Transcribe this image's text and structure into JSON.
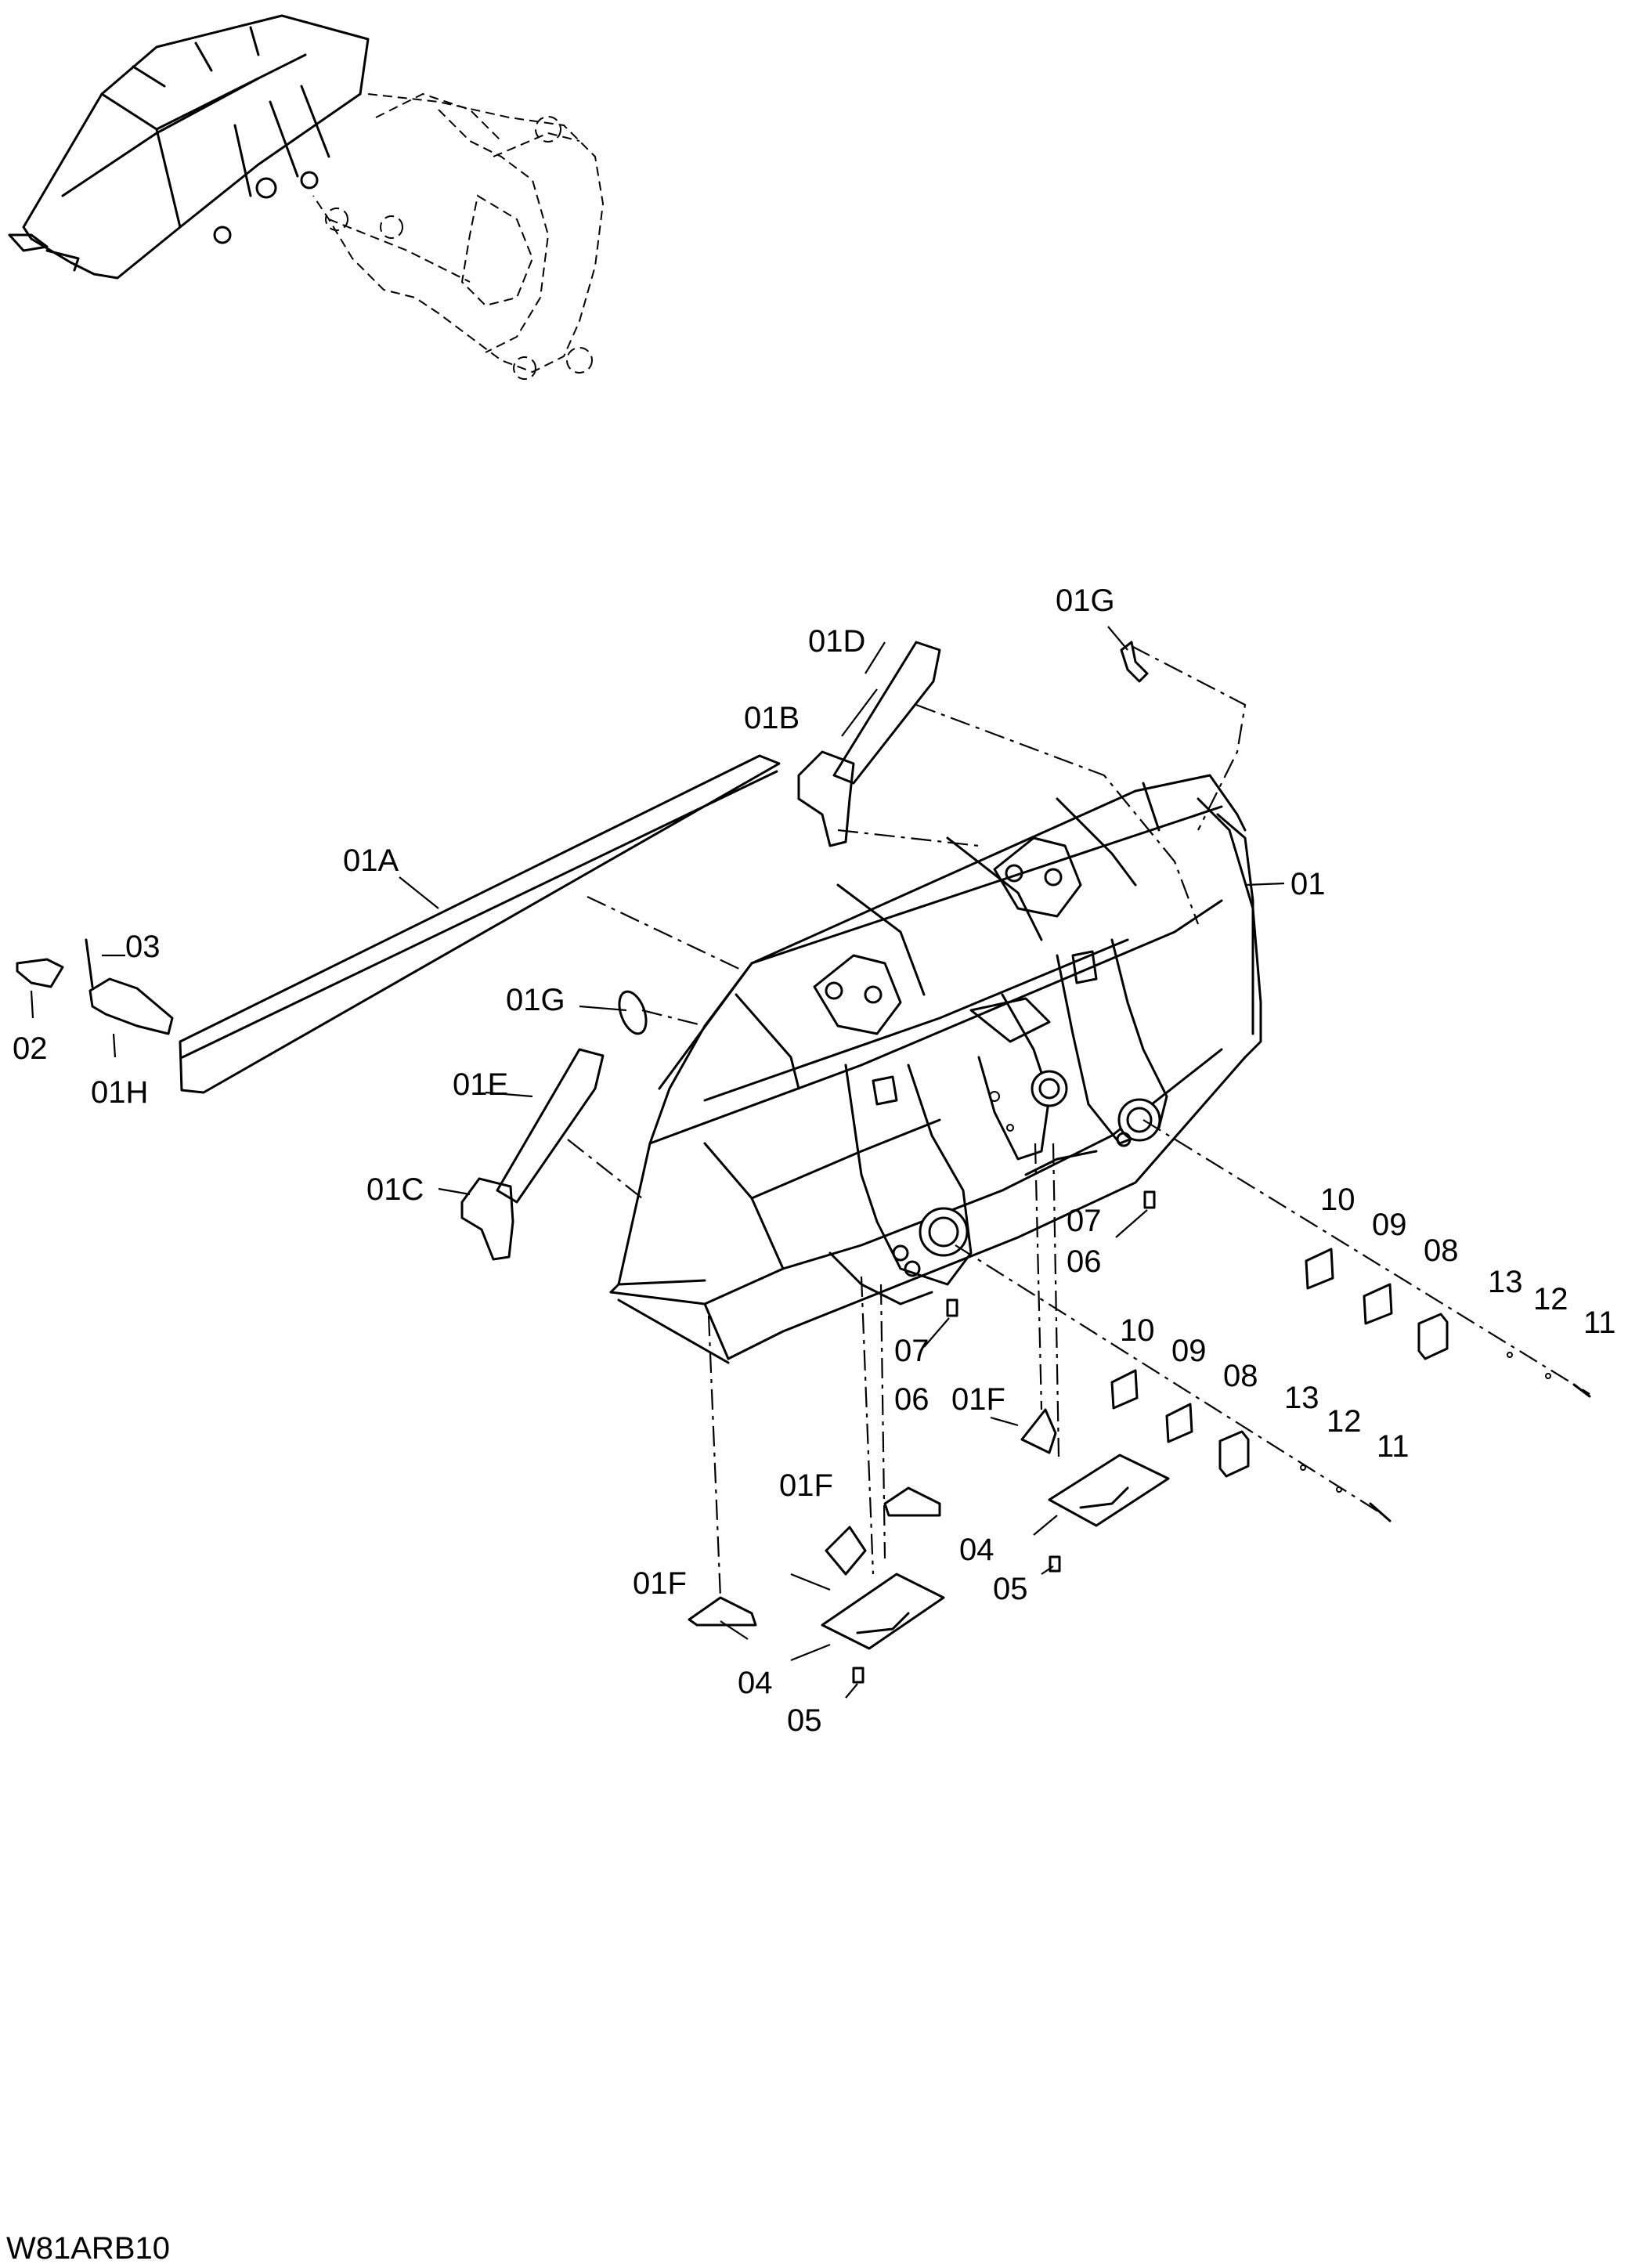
{
  "diagram_code": "W81ARB10",
  "part_labels": {
    "p01": "01",
    "p01A": "01A",
    "p01B": "01B",
    "p01C": "01C",
    "p01D": "01D",
    "p01E": "01E",
    "p01F_a": "01F",
    "p01F_b": "01F",
    "p01F_c": "01F",
    "p01G_a": "01G",
    "p01G_b": "01G",
    "p01H": "01H",
    "p02": "02",
    "p03": "03",
    "p04_a": "04",
    "p04_b": "04",
    "p05_a": "05",
    "p05_b": "05",
    "p06_a": "06",
    "p06_b": "06",
    "p07_a": "07",
    "p07_b": "07",
    "p08_a": "08",
    "p08_b": "08",
    "p09_a": "09",
    "p09_b": "09",
    "p10_a": "10",
    "p10_b": "10",
    "p11_a": "11",
    "p11_b": "11",
    "p12_a": "12",
    "p12_b": "12",
    "p13_a": "13",
    "p13_b": "13"
  }
}
